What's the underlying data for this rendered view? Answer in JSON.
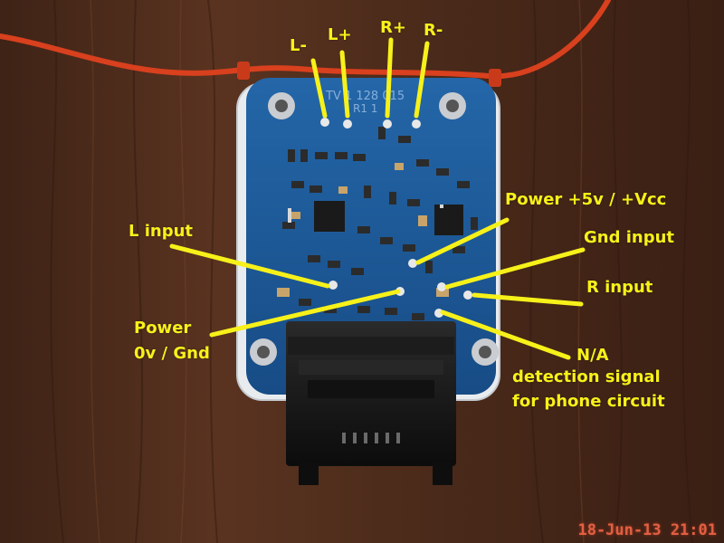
{
  "colors": {
    "wood": "#4a2a1a",
    "pcb": "#1d5a9a",
    "label_yellow": "#f7f11a",
    "wire_red": "#d8401e",
    "stamp_red": "#ff6a4a"
  },
  "labels": {
    "l_minus": "L-",
    "l_plus": "L+",
    "r_plus": "R+",
    "r_minus": "R-",
    "power_vcc": "Power +5v / +Vcc",
    "gnd_input": "Gnd input",
    "l_input": "L input",
    "r_input": "R input",
    "power_gnd_line1": "Power",
    "power_gnd_line2": "0v / Gnd",
    "na": "N/A",
    "detection_line1": "detection signal",
    "detection_line2": "for phone circuit"
  },
  "board_text": "TV 1 128 015\nR1 1",
  "timestamp": "18-Jun-13 21:01"
}
